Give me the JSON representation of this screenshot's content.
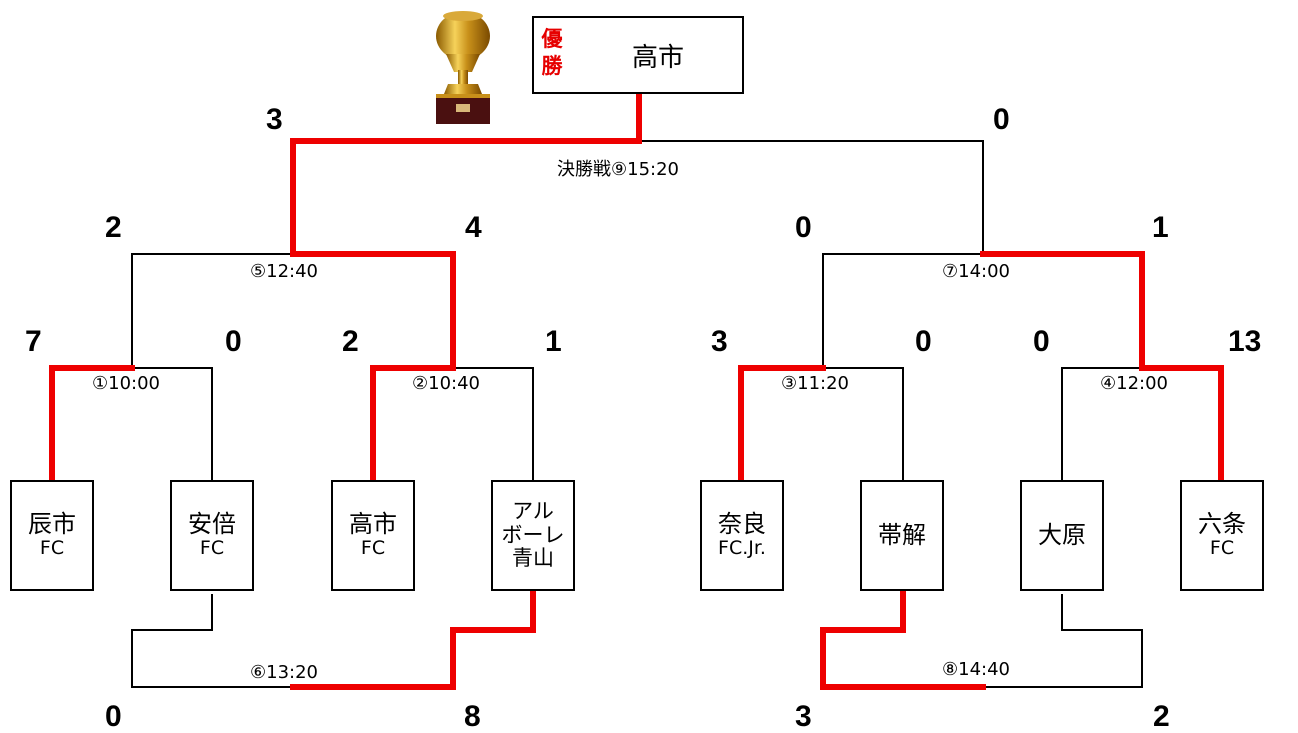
{
  "colors": {
    "winner_path": "#ee0000",
    "bracket_line": "#000000",
    "champion_tag": "#e60000"
  },
  "champion": {
    "tag": "優勝",
    "name": "高市",
    "trophy_icon": "trophy-icon"
  },
  "teams": [
    {
      "id": "t1",
      "lines": [
        "辰市",
        "FC"
      ]
    },
    {
      "id": "t2",
      "lines": [
        "安倍",
        "FC"
      ]
    },
    {
      "id": "t3",
      "lines": [
        "高市",
        "FC"
      ]
    },
    {
      "id": "t4",
      "lines": [
        "アル",
        "ボーレ",
        "青山"
      ]
    },
    {
      "id": "t5",
      "lines": [
        "奈良",
        "FC.Jr."
      ]
    },
    {
      "id": "t6",
      "lines": [
        "帯解"
      ]
    },
    {
      "id": "t7",
      "lines": [
        "大原"
      ]
    },
    {
      "id": "t8",
      "lines": [
        "六条",
        "FC"
      ]
    }
  ],
  "matches": [
    {
      "id": "m1",
      "label": "①10:00",
      "scores": [
        "7",
        "0"
      ]
    },
    {
      "id": "m2",
      "label": "②10:40",
      "scores": [
        "2",
        "1"
      ]
    },
    {
      "id": "m3",
      "label": "③11:20",
      "scores": [
        "3",
        "0"
      ]
    },
    {
      "id": "m4",
      "label": "④12:00",
      "scores": [
        "0",
        "13"
      ]
    },
    {
      "id": "m5",
      "label": "⑤12:40",
      "scores": [
        "2",
        "4"
      ]
    },
    {
      "id": "m6",
      "label": "⑥13:20",
      "scores": [
        "0",
        "8"
      ]
    },
    {
      "id": "m7",
      "label": "⑦14:00",
      "scores": [
        "0",
        "1"
      ]
    },
    {
      "id": "m8",
      "label": "⑧14:40",
      "scores": [
        "3",
        "2"
      ]
    },
    {
      "id": "m9",
      "label": "決勝戦⑨15:20",
      "scores": [
        "3",
        "0"
      ]
    }
  ]
}
